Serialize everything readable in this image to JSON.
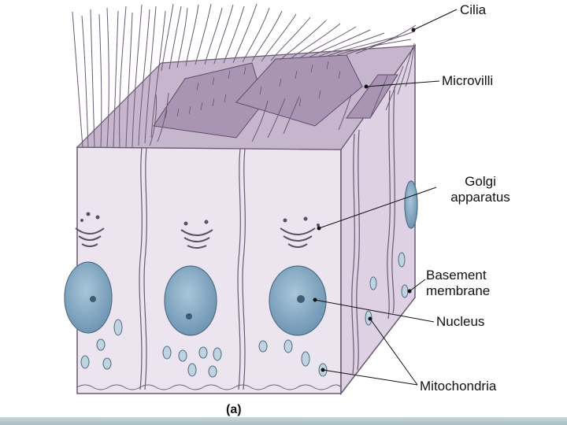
{
  "labels": {
    "cilia": "Cilia",
    "microvilli": "Microvilli",
    "golgi_line1": "Golgi",
    "golgi_line2": "apparatus",
    "basement_line1": "Basement",
    "basement_line2": "membrane",
    "nucleus": "Nucleus",
    "mitochondria": "Mitochondria",
    "panel": "(a)"
  },
  "colors": {
    "cytoplasm": "#ece4ef",
    "side_face": "#ddd1e3",
    "top_face": "#b3a0bd",
    "nucleus": "#8fb3cb",
    "membrane_line": "#6a5a72",
    "footer": "#b8c9cf"
  }
}
